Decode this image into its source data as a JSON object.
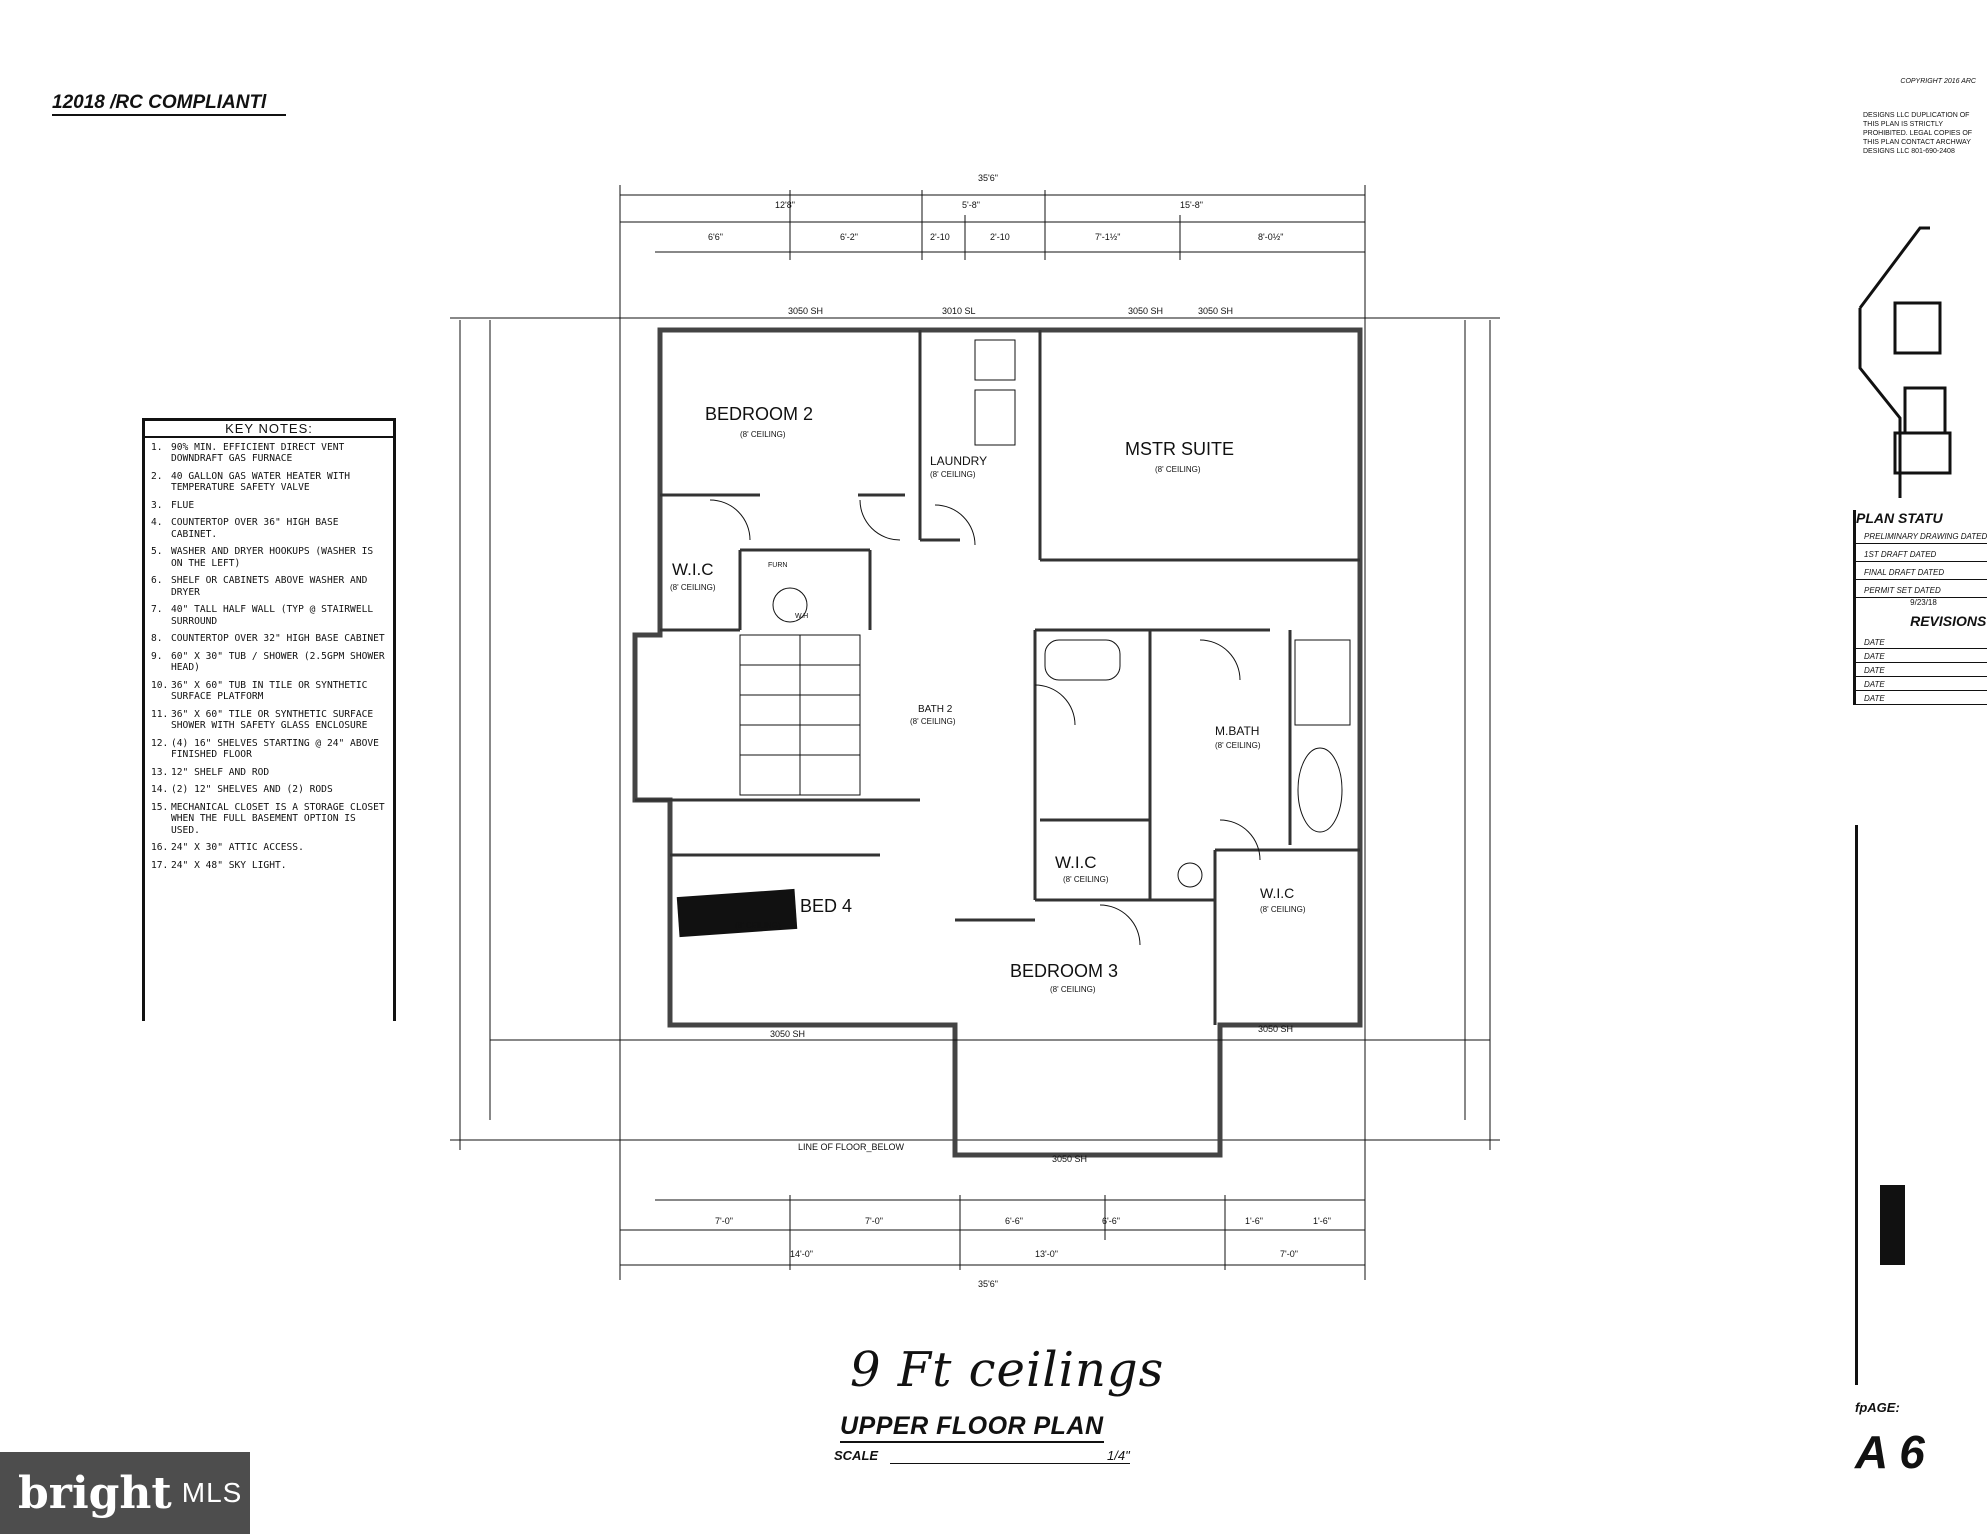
{
  "header": {
    "compliance": "12018 /RC COMPLIANTl"
  },
  "key_notes": {
    "title": "KEY NOTES:",
    "items": [
      {
        "n": "1.",
        "t": "90% MIN. EFFICIENT DIRECT VENT DOWNDRAFT GAS FURNACE"
      },
      {
        "n": "2.",
        "t": "40 GALLON GAS WATER HEATER WITH TEMPERATURE SAFETY VALVE"
      },
      {
        "n": "3.",
        "t": "FLUE"
      },
      {
        "n": "4.",
        "t": "COUNTERTOP OVER 36\" HIGH BASE CABINET."
      },
      {
        "n": "5.",
        "t": "WASHER AND DRYER HOOKUPS (WASHER IS ON THE LEFT)"
      },
      {
        "n": "6.",
        "t": "SHELF OR CABINETS ABOVE WASHER AND DRYER"
      },
      {
        "n": "7.",
        "t": "40\" TALL HALF WALL (TYP @ STAIRWELL SURROUND"
      },
      {
        "n": "8.",
        "t": "COUNTERTOP OVER 32\" HIGH BASE CABINET"
      },
      {
        "n": "9.",
        "t": "60\" X 30\" TUB / SHOWER (2.5GPM SHOWER HEAD)"
      },
      {
        "n": "10.",
        "t": "36\" X 60\" TUB IN TILE OR SYNTHETIC SURFACE PLATFORM"
      },
      {
        "n": "11.",
        "t": "36\" X 60\" TILE OR SYNTHETIC SURFACE SHOWER WITH SAFETY GLASS ENCLOSURE"
      },
      {
        "n": "12.",
        "t": "(4) 16\" SHELVES STARTING @ 24\" ABOVE FINISHED FLOOR"
      },
      {
        "n": "13.",
        "t": "12\" SHELF AND ROD"
      },
      {
        "n": "14.",
        "t": "(2) 12\" SHELVES AND (2) RODS"
      },
      {
        "n": "15.",
        "t": "MECHANICAL CLOSET IS A STORAGE CLOSET WHEN THE FULL BASEMENT OPTION IS USED."
      },
      {
        "n": "16.",
        "t": "24\" X 30\" ATTIC ACCESS."
      },
      {
        "n": "17.",
        "t": "24\" X 48\" SKY LIGHT."
      }
    ]
  },
  "rooms": {
    "bedroom2": "BEDROOM 2",
    "mstr_suite": "MSTR SUITE",
    "laundry": "LAUNDRY",
    "wic1": "W.I.C",
    "bath2": "BATH 2",
    "m_bath": "M.BATH",
    "wic2": "W.I.C",
    "wic3": "W.I.C",
    "bed4": "BED 4",
    "bedroom3": "BEDROOM 3",
    "ceiling": "(8' CEILING)",
    "floor_below": "LINE OF FLOOR_BELOW",
    "furn": "FURN",
    "wh": "W.H"
  },
  "windows": {
    "w1": "3050 SH",
    "w2": "3010 SL",
    "w3": "3050 SH",
    "w4": "3050 SH",
    "w5": "3050 SH",
    "w6": "3050 SH",
    "w7": "3050 SH"
  },
  "dims": {
    "overall_top": "35'6\"",
    "top1": "12'8\"",
    "top2": "5'-8\"",
    "top3": "15'-8\"",
    "sub1": "6'6\"",
    "sub2": "6'-2\"",
    "sub3": "2'-10",
    "sub4": "2'-10",
    "sub5": "7'-1½\"",
    "sub6": "8'-0½\"",
    "bot1": "7'-0\"",
    "bot2": "7'-0\"",
    "bot3": "6'-6\"",
    "bot4": "6'-6\"",
    "bot5": "1'-6\"",
    "bot6": "1'-6\"",
    "bot_a": "14'-0\"",
    "bot_b": "13'-0\"",
    "bot_c": "7'-0\"",
    "overall_bot": "35'6\""
  },
  "title_block": {
    "copyright": "COPYRIGHT 2016 ARC",
    "notice": "DESIGNS LLC DUPLICATION OF THIS PLAN IS STRICTLY PROHIBITED. LEGAL COPIES OF THIS PLAN CONTACT ARCHWAY DESIGNS LLC 801-690-2408",
    "plan_status": "PLAN STATU",
    "prelim": "PRELIMINARY DRAWING DATED",
    "first": "1ST DRAFT DATED",
    "final": "FINAL DRAFT DATED",
    "permit": "PERMIT SET DATED",
    "permit_date": "9/23/18",
    "revisions": "REVISIONS:",
    "date": "DATE",
    "page_label": "fpAGE:",
    "page_num": "A 6"
  },
  "handwritten": "9 Ft ceilings",
  "footer": {
    "title": "UPPER FLOOR PLAN",
    "scale_label": "SCALE",
    "scale_value": "1/4\""
  },
  "logo": {
    "brand": "bright",
    "mls": "MLS"
  }
}
